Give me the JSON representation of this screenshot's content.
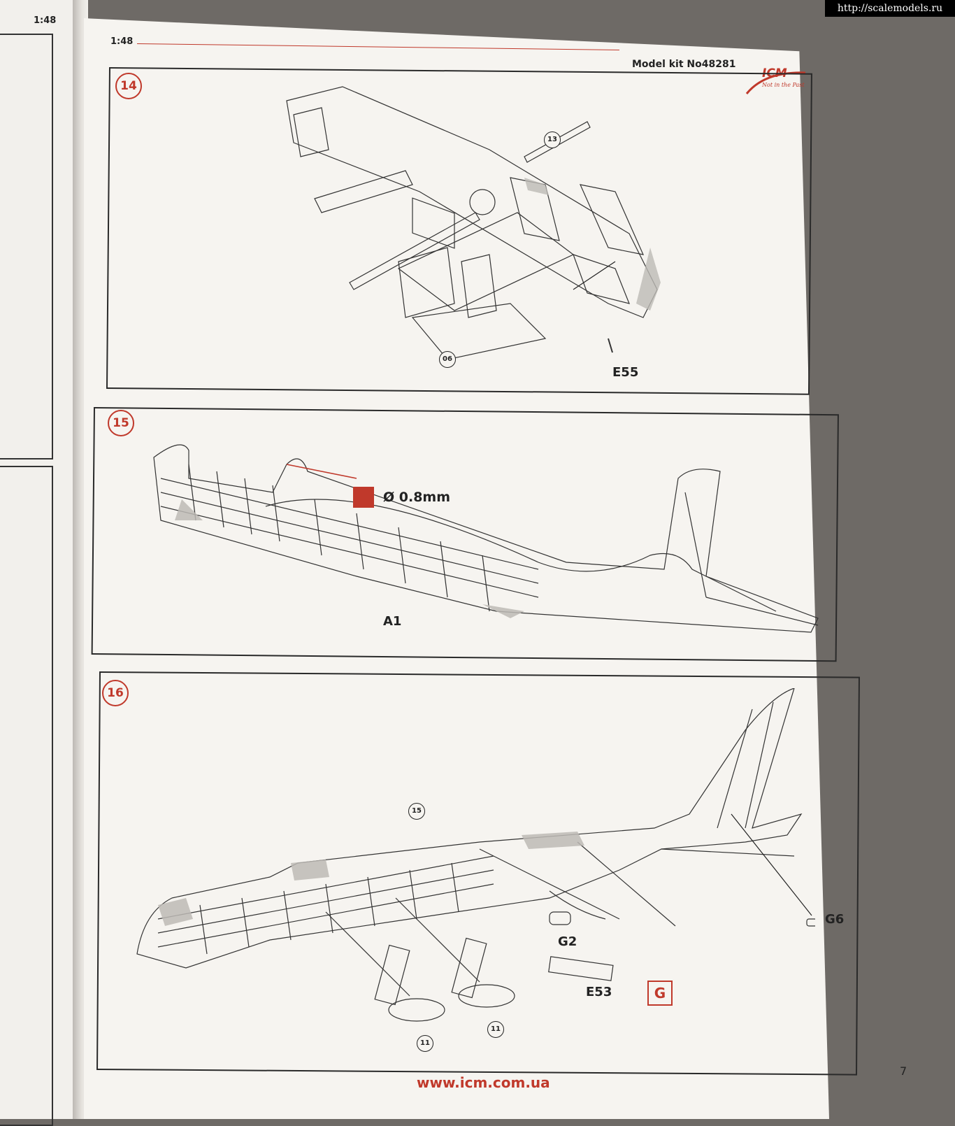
{
  "watermark": "http://scalemodels.ru",
  "left_page": {
    "scale": "1:48"
  },
  "header": {
    "scale": "1:48",
    "kit": "Model kit No48281"
  },
  "logo": {
    "brand": "ICM",
    "slogan": "Not in the Past"
  },
  "colors": {
    "accent": "#c0392b",
    "line": "#2a2a2a",
    "paper": "#f6f4f0"
  },
  "steps": [
    {
      "number": "14",
      "refs": [
        "13",
        "06"
      ],
      "parts": [
        "E55"
      ]
    },
    {
      "number": "15",
      "parts": [
        "A1"
      ],
      "drill": "Ø 0.8mm"
    },
    {
      "number": "16",
      "refs": [
        "15",
        "11",
        "11"
      ],
      "parts": [
        "G2",
        "E53",
        "G6"
      ],
      "sprue": "G"
    }
  ],
  "footer": {
    "url": "www.icm.com.ua",
    "page": "7"
  }
}
